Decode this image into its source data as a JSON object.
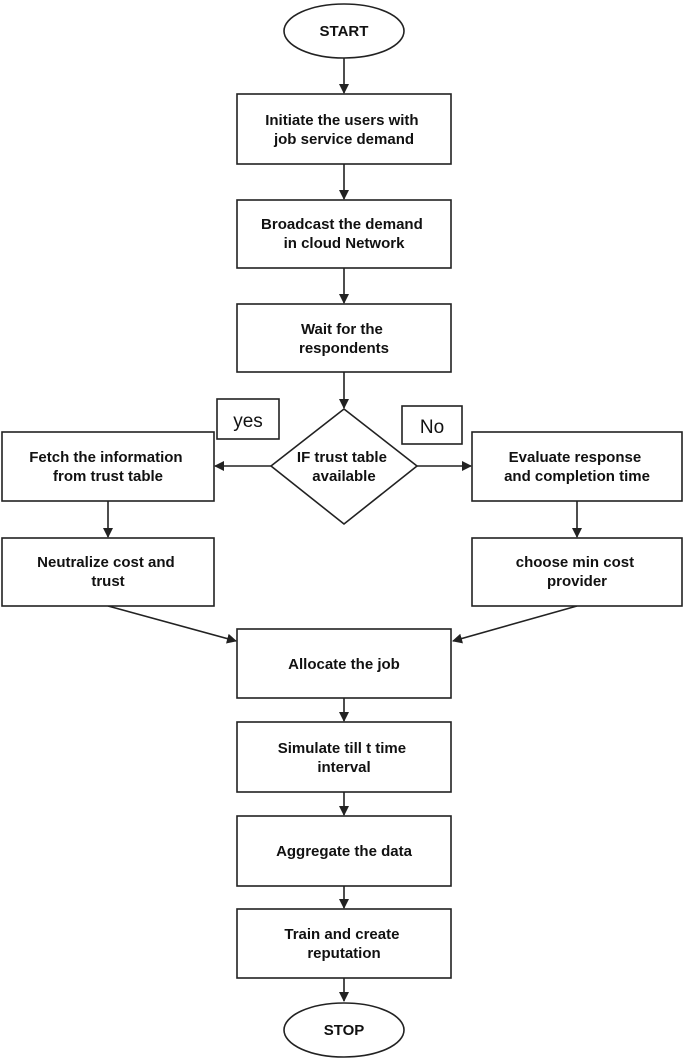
{
  "diagram": {
    "nodes": {
      "start": {
        "shape": "terminator",
        "lines": [
          "START"
        ]
      },
      "initiate": {
        "shape": "process",
        "lines": [
          "Initiate the users with",
          "job service demand"
        ]
      },
      "broadcast": {
        "shape": "process",
        "lines": [
          "Broadcast the demand",
          "in cloud Network"
        ]
      },
      "wait": {
        "shape": "process",
        "lines": [
          "Wait for the",
          "respondents"
        ]
      },
      "decision": {
        "shape": "decision",
        "lines": [
          "IF trust table",
          "available"
        ]
      },
      "fetch": {
        "shape": "process",
        "lines": [
          "Fetch the information",
          "from trust table"
        ]
      },
      "neutralize": {
        "shape": "process",
        "lines": [
          "Neutralize cost and",
          "trust"
        ]
      },
      "evaluate": {
        "shape": "process",
        "lines": [
          "Evaluate response",
          "and completion time"
        ]
      },
      "choose": {
        "shape": "process",
        "lines": [
          "choose min cost",
          "provider"
        ]
      },
      "allocate": {
        "shape": "process",
        "lines": [
          "Allocate the job"
        ]
      },
      "simulate": {
        "shape": "process",
        "lines": [
          "Simulate till t time",
          "interval"
        ]
      },
      "aggregate": {
        "shape": "process",
        "lines": [
          "Aggregate the data"
        ]
      },
      "train": {
        "shape": "process",
        "lines": [
          "Train and create",
          "reputation"
        ]
      },
      "stop": {
        "shape": "terminator",
        "lines": [
          "STOP"
        ]
      }
    },
    "branch_labels": {
      "yes": "yes",
      "no": "No"
    },
    "edges": [
      {
        "from": "start",
        "to": "initiate"
      },
      {
        "from": "initiate",
        "to": "broadcast"
      },
      {
        "from": "broadcast",
        "to": "wait"
      },
      {
        "from": "wait",
        "to": "decision"
      },
      {
        "from": "decision",
        "to": "fetch",
        "label": "yes"
      },
      {
        "from": "decision",
        "to": "evaluate",
        "label": "No"
      },
      {
        "from": "fetch",
        "to": "neutralize"
      },
      {
        "from": "evaluate",
        "to": "choose"
      },
      {
        "from": "neutralize",
        "to": "allocate"
      },
      {
        "from": "choose",
        "to": "allocate"
      },
      {
        "from": "allocate",
        "to": "simulate"
      },
      {
        "from": "simulate",
        "to": "aggregate"
      },
      {
        "from": "aggregate",
        "to": "train"
      },
      {
        "from": "train",
        "to": "stop"
      }
    ],
    "colors": {
      "stroke": "#222222",
      "fill": "#ffffff",
      "text": "#111111"
    }
  }
}
